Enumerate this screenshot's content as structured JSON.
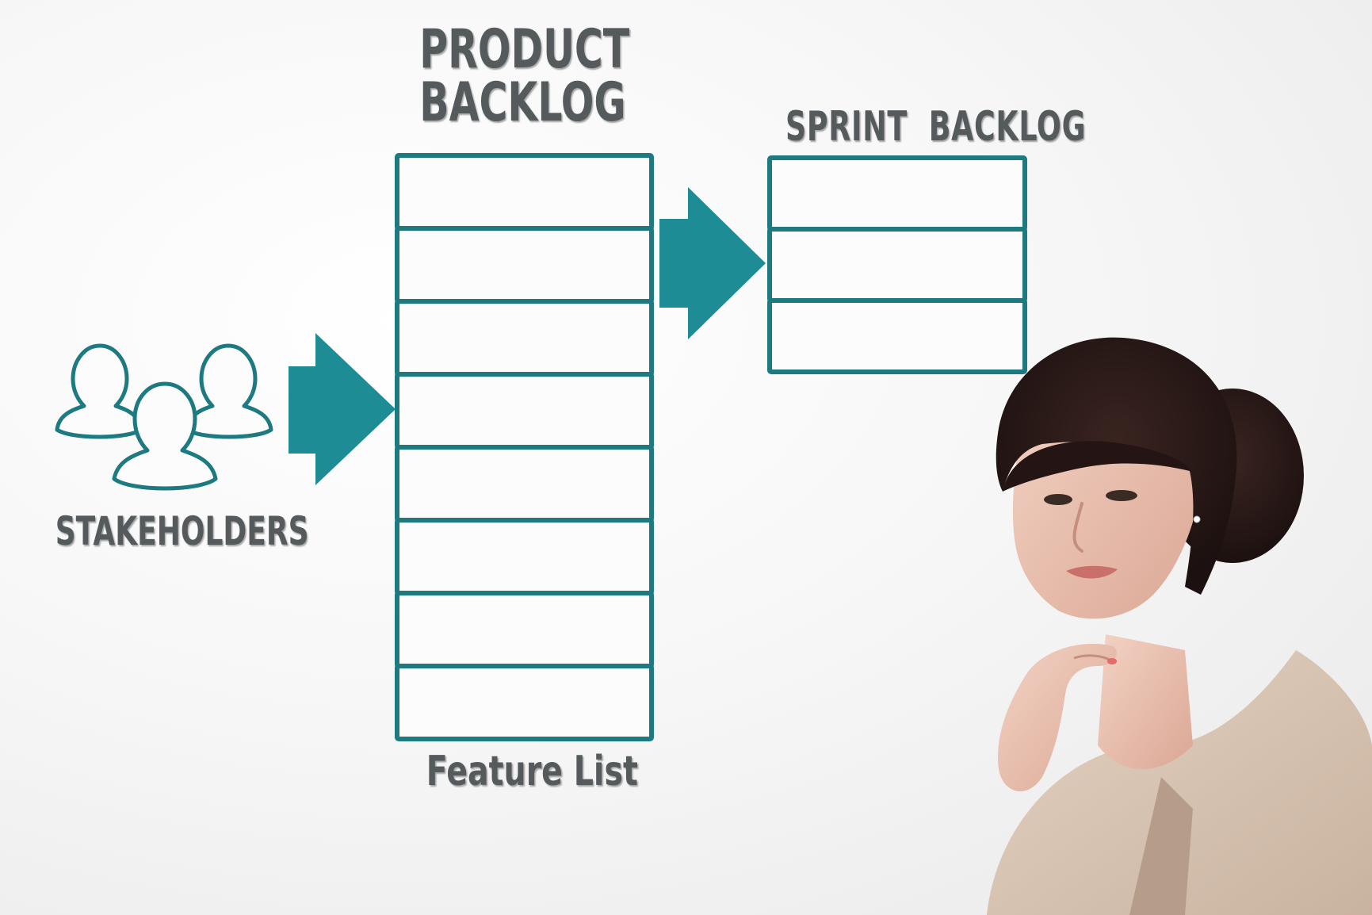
{
  "diagram": {
    "product_backlog": {
      "title": "PRODUCT\nBACKLOG",
      "slot_count": 8,
      "caption": "Feature List"
    },
    "sprint_backlog": {
      "title": "SPRINT  BACKLOG",
      "slot_count": 3
    },
    "stakeholders": {
      "label": "STAKEHOLDERS",
      "icon": "group-of-people-icon"
    },
    "arrows": [
      "arrow-right-icon",
      "arrow-right-icon"
    ]
  },
  "colors": {
    "accent_teal": "#1d8c95",
    "outline_teal": "#1d7a80",
    "text_gray": "#555a5c",
    "background": "#f5f5f5"
  }
}
